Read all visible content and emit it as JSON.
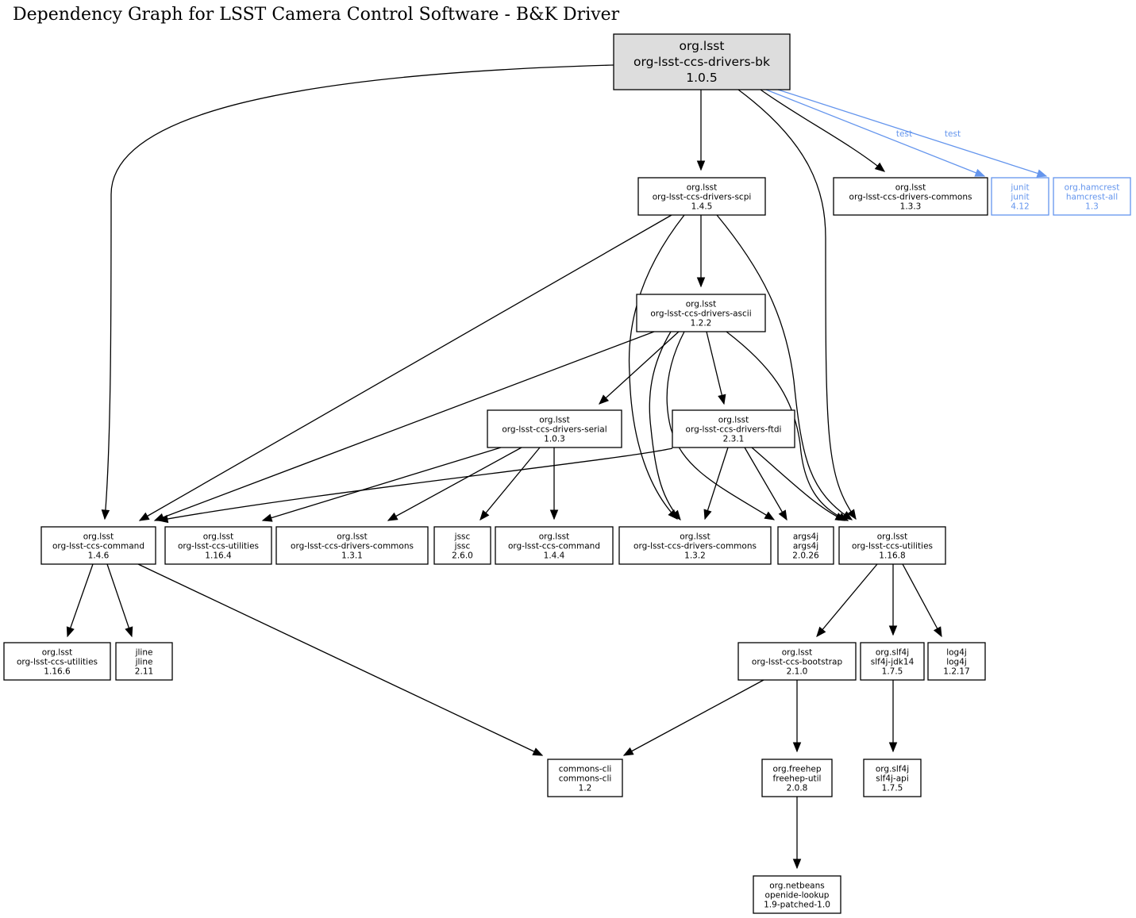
{
  "title": "Dependency Graph for LSST Camera Control Software - B&K Driver",
  "colors": {
    "test": "#6495ed",
    "root_fill": "#dddddd",
    "edge": "#000000"
  },
  "nodes": [
    {
      "id": "bk",
      "group": "org.lsst",
      "artifact": "org-lsst-ccs-drivers-bk",
      "version": "1.0.5",
      "kind": "root"
    },
    {
      "id": "scpi",
      "group": "org.lsst",
      "artifact": "org-lsst-ccs-drivers-scpi",
      "version": "1.4.5"
    },
    {
      "id": "commons133",
      "group": "org.lsst",
      "artifact": "org-lsst-ccs-drivers-commons",
      "version": "1.3.3"
    },
    {
      "id": "junit",
      "group": "junit",
      "artifact": "junit",
      "version": "4.12",
      "kind": "test"
    },
    {
      "id": "hamcrest",
      "group": "org.hamcrest",
      "artifact": "hamcrest-all",
      "version": "1.3",
      "kind": "test"
    },
    {
      "id": "ascii",
      "group": "org.lsst",
      "artifact": "org-lsst-ccs-drivers-ascii",
      "version": "1.2.2"
    },
    {
      "id": "serial",
      "group": "org.lsst",
      "artifact": "org-lsst-ccs-drivers-serial",
      "version": "1.0.3"
    },
    {
      "id": "ftdi",
      "group": "org.lsst",
      "artifact": "org-lsst-ccs-drivers-ftdi",
      "version": "2.3.1"
    },
    {
      "id": "command146",
      "group": "org.lsst",
      "artifact": "org-lsst-ccs-command",
      "version": "1.4.6"
    },
    {
      "id": "utilities1164",
      "group": "org.lsst",
      "artifact": "org-lsst-ccs-utilities",
      "version": "1.16.4"
    },
    {
      "id": "commons131",
      "group": "org.lsst",
      "artifact": "org-lsst-ccs-drivers-commons",
      "version": "1.3.1"
    },
    {
      "id": "jssc",
      "group": "jssc",
      "artifact": "jssc",
      "version": "2.6.0"
    },
    {
      "id": "command144",
      "group": "org.lsst",
      "artifact": "org-lsst-ccs-command",
      "version": "1.4.4"
    },
    {
      "id": "commons132",
      "group": "org.lsst",
      "artifact": "org-lsst-ccs-drivers-commons",
      "version": "1.3.2"
    },
    {
      "id": "args4j",
      "group": "args4j",
      "artifact": "args4j",
      "version": "2.0.26"
    },
    {
      "id": "utilities1168",
      "group": "org.lsst",
      "artifact": "org-lsst-ccs-utilities",
      "version": "1.16.8"
    },
    {
      "id": "utilities1166",
      "group": "org.lsst",
      "artifact": "org-lsst-ccs-utilities",
      "version": "1.16.6"
    },
    {
      "id": "jline",
      "group": "jline",
      "artifact": "jline",
      "version": "2.11"
    },
    {
      "id": "bootstrap",
      "group": "org.lsst",
      "artifact": "org-lsst-ccs-bootstrap",
      "version": "2.1.0"
    },
    {
      "id": "slf4jjdk14",
      "group": "org.slf4j",
      "artifact": "slf4j-jdk14",
      "version": "1.7.5"
    },
    {
      "id": "log4j",
      "group": "log4j",
      "artifact": "log4j",
      "version": "1.2.17"
    },
    {
      "id": "commonscli",
      "group": "commons-cli",
      "artifact": "commons-cli",
      "version": "1.2"
    },
    {
      "id": "freehep",
      "group": "org.freehep",
      "artifact": "freehep-util",
      "version": "2.0.8"
    },
    {
      "id": "slf4japi",
      "group": "org.slf4j",
      "artifact": "slf4j-api",
      "version": "1.7.5"
    },
    {
      "id": "openide",
      "group": "org.netbeans",
      "artifact": "openide-lookup",
      "version": "1.9-patched-1.0"
    }
  ],
  "edges": [
    {
      "from": "bk",
      "to": "command146"
    },
    {
      "from": "bk",
      "to": "scpi"
    },
    {
      "from": "bk",
      "to": "utilities1168"
    },
    {
      "from": "bk",
      "to": "commons133"
    },
    {
      "from": "bk",
      "to": "junit",
      "scope": "test"
    },
    {
      "from": "bk",
      "to": "hamcrest",
      "scope": "test"
    },
    {
      "from": "scpi",
      "to": "command146"
    },
    {
      "from": "scpi",
      "to": "ascii"
    },
    {
      "from": "scpi",
      "to": "commons132"
    },
    {
      "from": "scpi",
      "to": "utilities1168"
    },
    {
      "from": "ascii",
      "to": "command146"
    },
    {
      "from": "ascii",
      "to": "serial"
    },
    {
      "from": "ascii",
      "to": "ftdi"
    },
    {
      "from": "ascii",
      "to": "commons132"
    },
    {
      "from": "ascii",
      "to": "args4j"
    },
    {
      "from": "ascii",
      "to": "utilities1168"
    },
    {
      "from": "serial",
      "to": "utilities1164"
    },
    {
      "from": "serial",
      "to": "commons131"
    },
    {
      "from": "serial",
      "to": "jssc"
    },
    {
      "from": "serial",
      "to": "command144"
    },
    {
      "from": "ftdi",
      "to": "command146"
    },
    {
      "from": "ftdi",
      "to": "commons132"
    },
    {
      "from": "ftdi",
      "to": "args4j"
    },
    {
      "from": "ftdi",
      "to": "utilities1168"
    },
    {
      "from": "command146",
      "to": "utilities1166"
    },
    {
      "from": "command146",
      "to": "jline"
    },
    {
      "from": "command146",
      "to": "commonscli"
    },
    {
      "from": "utilities1168",
      "to": "bootstrap"
    },
    {
      "from": "utilities1168",
      "to": "slf4jjdk14"
    },
    {
      "from": "utilities1168",
      "to": "log4j"
    },
    {
      "from": "bootstrap",
      "to": "commonscli"
    },
    {
      "from": "bootstrap",
      "to": "freehep"
    },
    {
      "from": "slf4jjdk14",
      "to": "slf4japi"
    },
    {
      "from": "freehep",
      "to": "openide"
    }
  ]
}
